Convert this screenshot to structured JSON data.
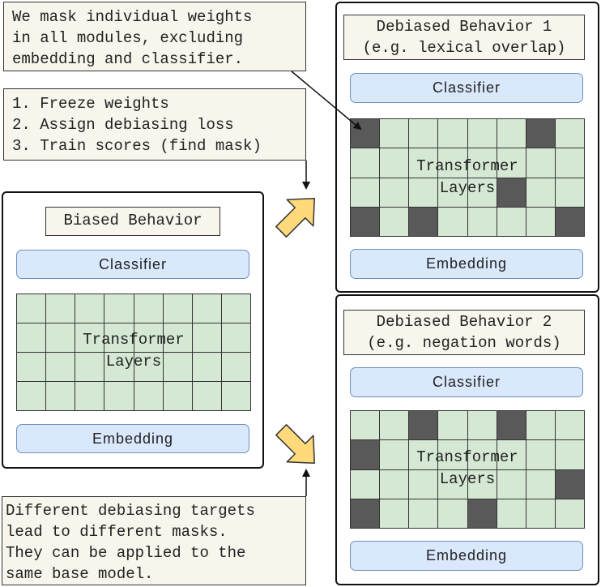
{
  "notes": {
    "top": [
      "We mask individual weights",
      "in all modules, excluding",
      "embedding and classifier."
    ],
    "steps": [
      "1. Freeze weights",
      "2. Assign debiasing loss",
      "3. Train scores (find mask)"
    ],
    "bottom": [
      "Different debiasing targets",
      "lead to different masks.",
      "They can be applied to the",
      "same base model."
    ]
  },
  "biased": {
    "title": "Biased Behavior",
    "classifier": "Classifier",
    "layers_line1": "Transformer",
    "layers_line2": "Layers",
    "embedding": "Embedding",
    "masked_cells": []
  },
  "debiased1": {
    "title_line1": "Debiased Behavior 1",
    "title_line2": "(e.g. lexical overlap)",
    "classifier": "Classifier",
    "layers_line1": "Transformer",
    "layers_line2": "Layers",
    "embedding": "Embedding",
    "masked_cells": [
      [
        0,
        0
      ],
      [
        0,
        6
      ],
      [
        2,
        5
      ],
      [
        3,
        0
      ],
      [
        3,
        2
      ],
      [
        3,
        7
      ]
    ]
  },
  "debiased2": {
    "title_line1": "Debiased Behavior 2",
    "title_line2": "(e.g. negation words)",
    "classifier": "Classifier",
    "layers_line1": "Transformer",
    "layers_line2": "Layers",
    "embedding": "Embedding",
    "masked_cells": [
      [
        0,
        2
      ],
      [
        0,
        5
      ],
      [
        1,
        0
      ],
      [
        2,
        7
      ],
      [
        3,
        0
      ],
      [
        3,
        4
      ]
    ]
  },
  "colors": {
    "note_bg": "#f8f5ec",
    "pill_bg": "#dae8fc",
    "pill_border": "#6c8ebf",
    "cell": "#d5e8d4",
    "masked_cell": "#595959",
    "arrow_fill": "#ffd97a"
  }
}
